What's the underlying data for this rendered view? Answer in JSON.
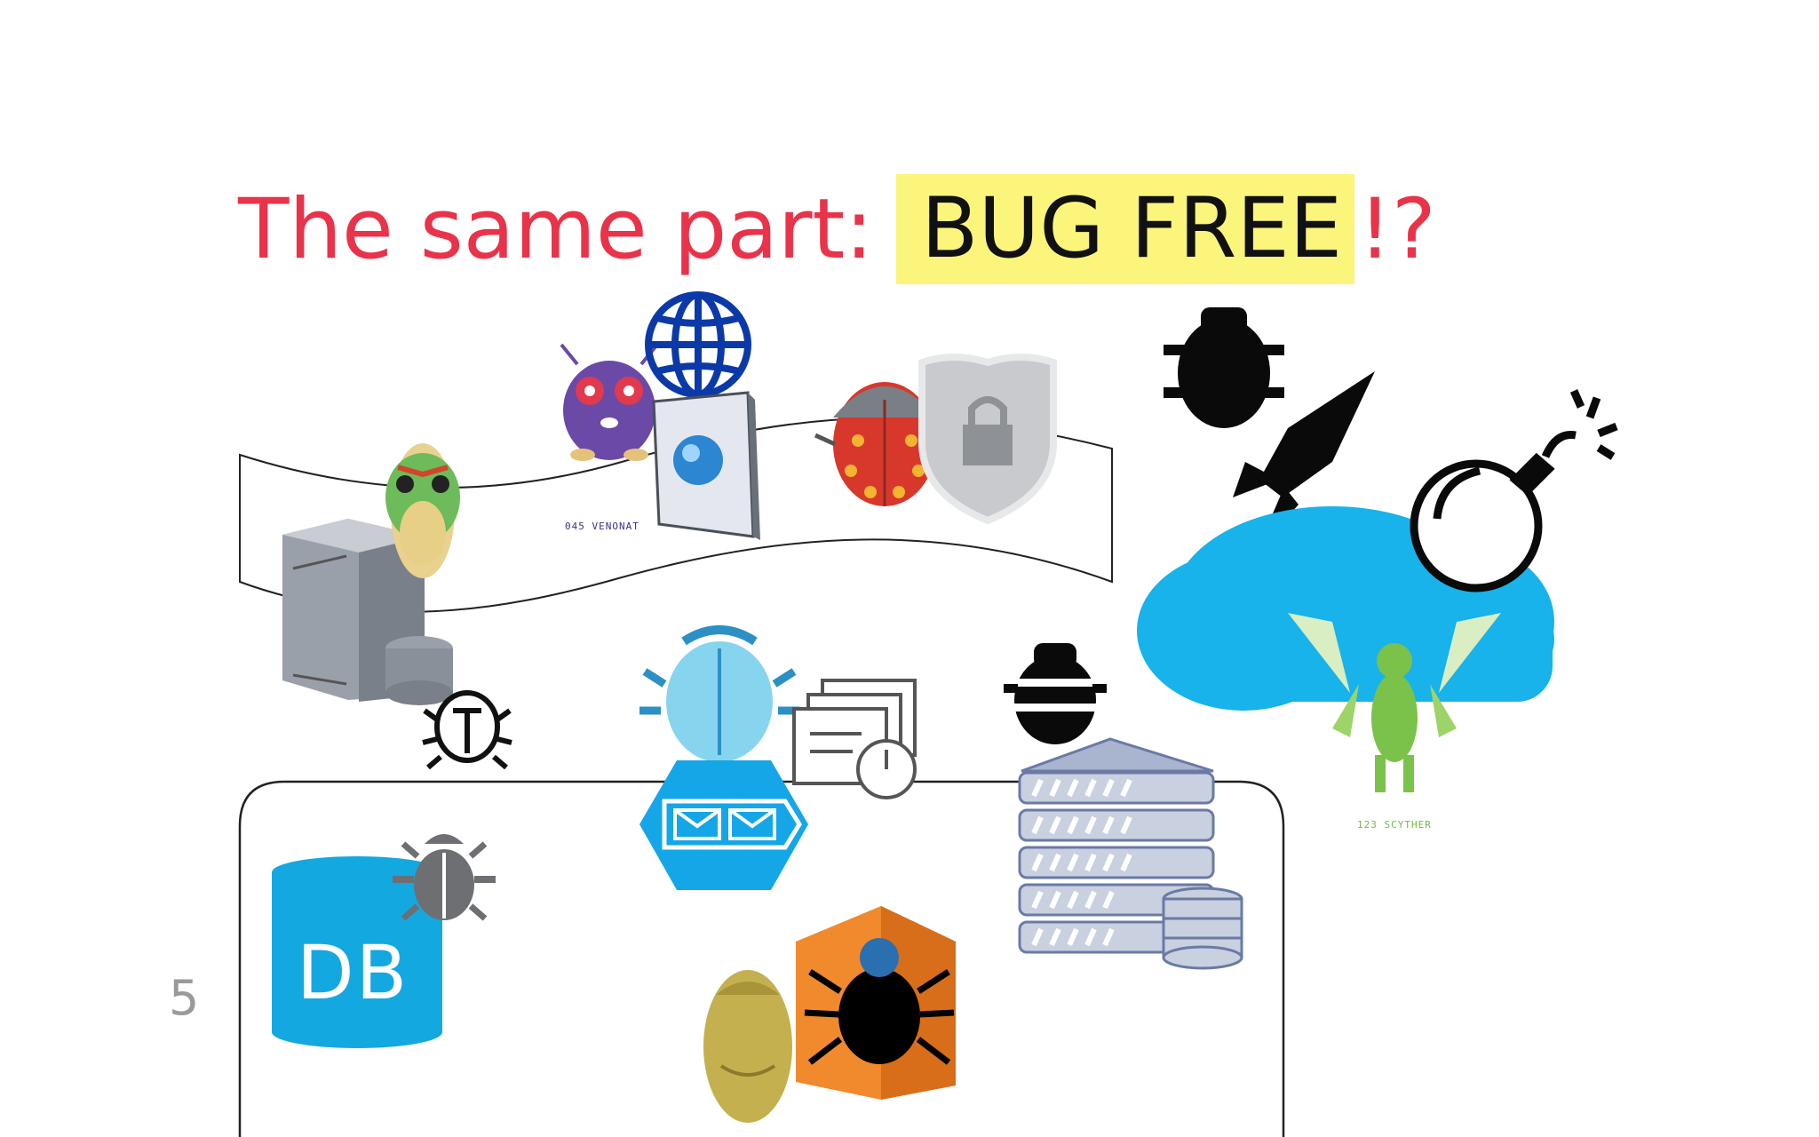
{
  "slide": {
    "title_prefix": "The same part:",
    "title_highlight": "BUG FREE",
    "title_suffix": "!?",
    "slide_number": "5"
  },
  "labels": {
    "db_text": "DB",
    "venonat_caption": "045 VENONAT",
    "scyther_caption": "123 SCYTHER"
  },
  "colors": {
    "title_red": "#e8334a",
    "highlight_yellow": "#fbf57c",
    "cloud_blue": "#1ab6ec",
    "db_blue": "#14a8e0"
  }
}
